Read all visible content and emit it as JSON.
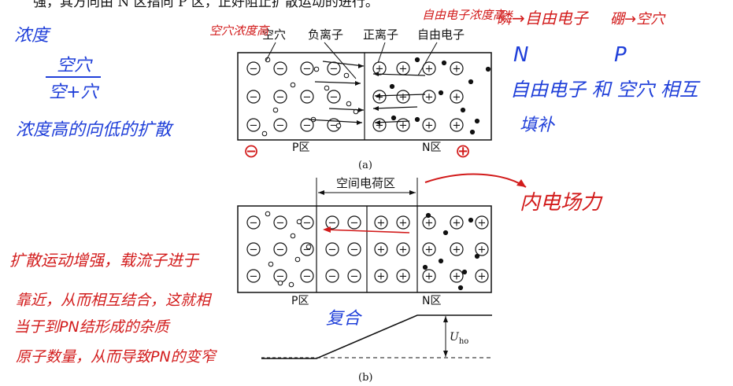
{
  "textbook": {
    "top_line": "强，其方向由 N 区指向 P 区，正好阻止扩散运动的进行。",
    "fig_a": {
      "labels": [
        "空穴",
        "负离子",
        "正离子",
        "自由电子"
      ],
      "p_label": "P区",
      "n_label": "N区",
      "caption": "(a)"
    },
    "fig_b": {
      "space_charge_label": "空间电荷区",
      "p_label": "P区",
      "n_label": "N区",
      "uho_label": "U",
      "uho_sub": "ho",
      "caption": "(b)"
    },
    "glyphs": {
      "minus": "−",
      "plus": "+"
    }
  },
  "annotations": {
    "left_top_concentration": "浓度",
    "fraction_top": "空穴",
    "fraction_bottom": "空+穴",
    "concentration_line": "浓度高的向低的扩散",
    "label_hole_high": "空穴浓度高",
    "label_electron_high": "自由电子浓度高",
    "phosphorus_label": "磷→自由电子",
    "phos_letter": "N",
    "boron_label": "硼→空穴",
    "boron_letter": "P",
    "combine_line1": "自由电子 和 空穴 相互",
    "combine_line2": "填补",
    "field_label": "内电场力",
    "p_sign": "⊖",
    "n_sign": "⊕",
    "recombine": "复合",
    "note_lines": [
      "扩散运动增强，载流子进于",
      "靠近，从而相互结合，这就相",
      "当于到PN结形成的杂质",
      "原子数量，从而导致PN的变窄"
    ]
  },
  "colors": {
    "blue": "#1f3fd9",
    "red": "#d21b1b",
    "ink": "#111111"
  }
}
